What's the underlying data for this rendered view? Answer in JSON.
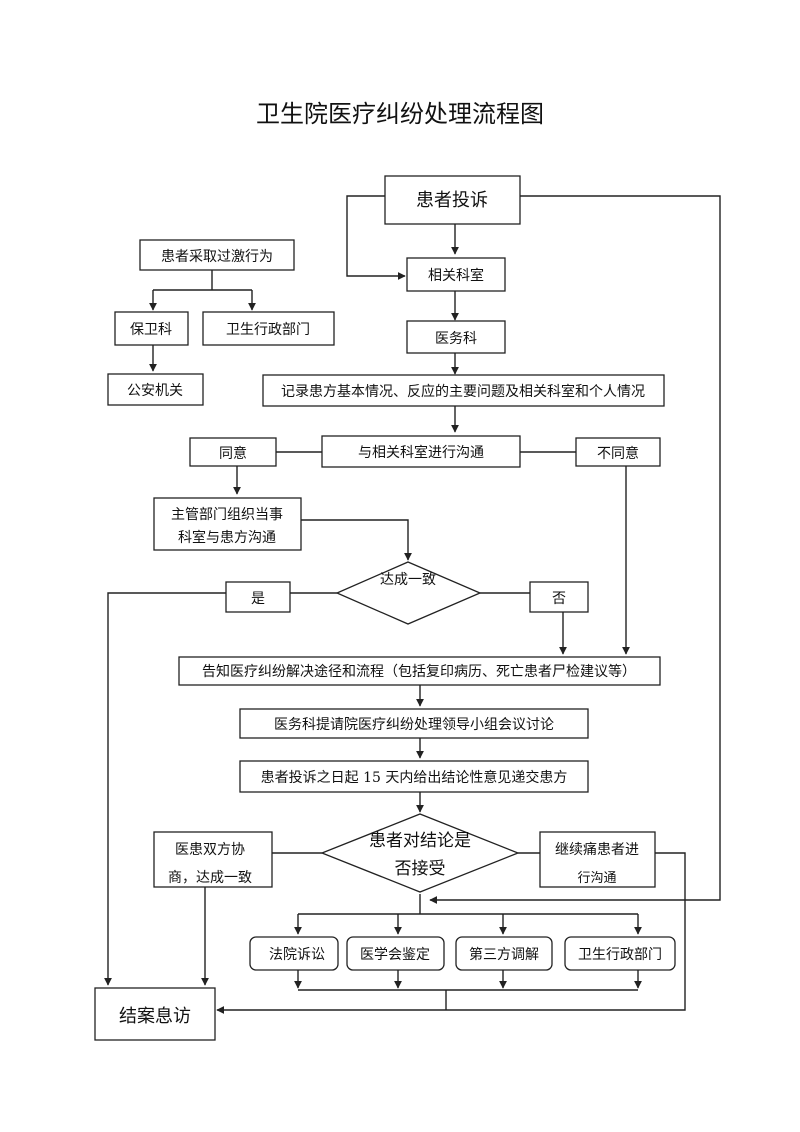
{
  "title": "卫生院医疗纠纷处理流程图",
  "nodes": {
    "complaint": "患者投诉",
    "related_dept": "相关科室",
    "medical_affairs": "医务科",
    "record": "记录患方基本情况、反应的主要问题及相关科室和个人情况",
    "communicate": "与相关科室进行沟通",
    "agree": "同意",
    "disagree": "不同意",
    "org_comm_line1": "主管部门组织当事",
    "org_comm_line2": "科室与患方沟通",
    "consensus": "达成一致",
    "yes": "是",
    "no": "否",
    "inform": "告知医疗纠纷解决途径和流程（包括复印病历、死亡患者尸检建议等）",
    "meeting": "医务科提请院医疗纠纷处理领导小组会议讨论",
    "conclusion": "患者投诉之日起 15 天内给出结论性意见递交患方",
    "accept_line1": "患者对结论是",
    "accept_line2": "否接受",
    "left_agree_line1": "医患双方协",
    "left_agree_line2": "商，达成一致",
    "continue_line1": "继续痛患者进",
    "continue_line2": "行沟通",
    "court": "法院诉讼",
    "medical_society": "医学会鉴定",
    "third_party": "第三方调解",
    "health_admin": "卫生行政部门",
    "close_case": "结案息访",
    "excessive": "患者采取过激行为",
    "security": "保卫科",
    "health_admin_top": "卫生行政部门",
    "police": "公安机关"
  }
}
